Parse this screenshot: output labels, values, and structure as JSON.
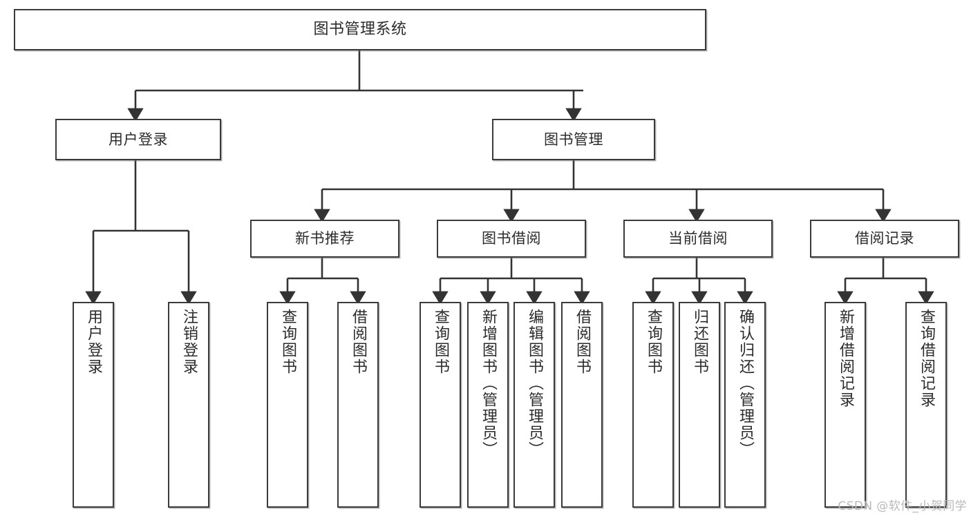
{
  "diagram": {
    "type": "tree-hierarchy",
    "title": "图书管理系统",
    "watermark": "CSDN @软件_小贺同学",
    "colors": {
      "background": "#ffffff",
      "box_border": "#3a3a3a",
      "box_fill": "#ffffff",
      "connector": "#333333",
      "text": "#2b2b2b",
      "watermark": "#b9b9b9"
    },
    "nodes": {
      "root": {
        "label": "图书管理系统",
        "level": 1
      },
      "level2": [
        {
          "id": "user-login",
          "label": "用户登录"
        },
        {
          "id": "book-management",
          "label": "图书管理"
        }
      ],
      "level3": [
        {
          "id": "new-book-recommend",
          "label": "新书推荐"
        },
        {
          "id": "book-borrow",
          "label": "图书借阅"
        },
        {
          "id": "current-borrow",
          "label": "当前借阅"
        },
        {
          "id": "borrow-record",
          "label": "借阅记录"
        }
      ],
      "leaves": {
        "user-login": [
          {
            "id": "leaf-user-login",
            "label": "用户登录"
          },
          {
            "id": "leaf-logout",
            "label": "注销登录"
          }
        ],
        "new-book-recommend": [
          {
            "id": "leaf-query-book-1",
            "label": "查询图书"
          },
          {
            "id": "leaf-borrow-book-1",
            "label": "借阅图书"
          }
        ],
        "book-borrow": [
          {
            "id": "leaf-query-book-2",
            "label": "查询图书"
          },
          {
            "id": "leaf-add-book",
            "label": "新增图书（管理员）"
          },
          {
            "id": "leaf-edit-book",
            "label": "编辑图书（管理员）"
          },
          {
            "id": "leaf-borrow-book-2",
            "label": "借阅图书"
          }
        ],
        "current-borrow": [
          {
            "id": "leaf-query-book-3",
            "label": "查询图书"
          },
          {
            "id": "leaf-return-book",
            "label": "归还图书"
          },
          {
            "id": "leaf-confirm-return",
            "label": "确认归还（管理员）"
          }
        ],
        "borrow-record": [
          {
            "id": "leaf-add-record",
            "label": "新增借阅记录"
          },
          {
            "id": "leaf-query-record",
            "label": "查询借阅记录"
          }
        ]
      }
    }
  }
}
